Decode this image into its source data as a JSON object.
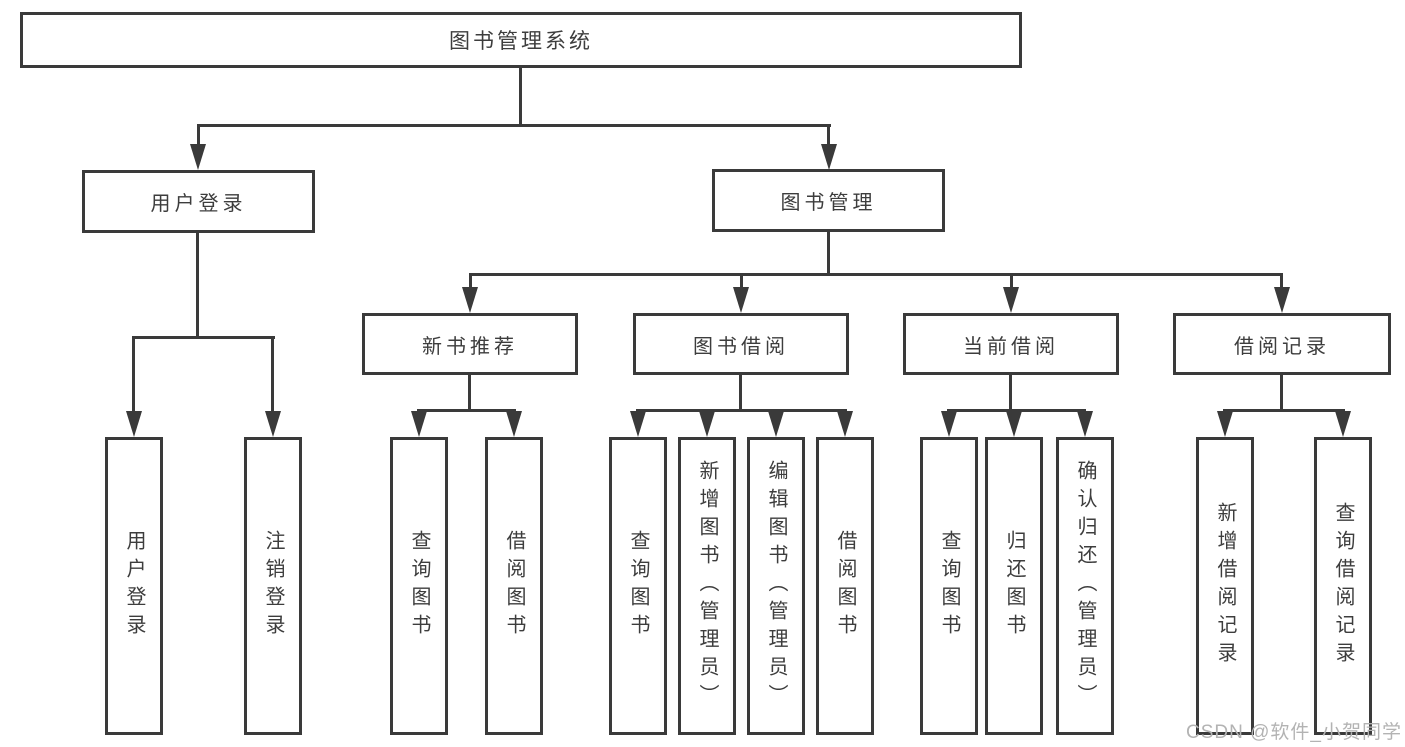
{
  "title": "图书管理系统",
  "nodes": {
    "root": "图书管理系统",
    "level2": [
      "用户登录",
      "图书管理"
    ],
    "level3": [
      "新书推荐",
      "图书借阅",
      "当前借阅",
      "借阅记录"
    ],
    "leaves": [
      "用户登录",
      "注销登录",
      "查询图书",
      "借阅图书",
      "查询图书",
      "新增图书（管理员）",
      "编辑图书（管理员）",
      "借阅图书",
      "查询图书",
      "归还图书",
      "确认归还（管理员）",
      "新增借阅记录",
      "查询借阅记录"
    ]
  },
  "watermark": "CSDN @软件_小贺同学",
  "colors": {
    "line": "#3a3a3a",
    "text": "#3d3d3d",
    "watermark": "#b3b3b3",
    "background": "#ffffff"
  }
}
